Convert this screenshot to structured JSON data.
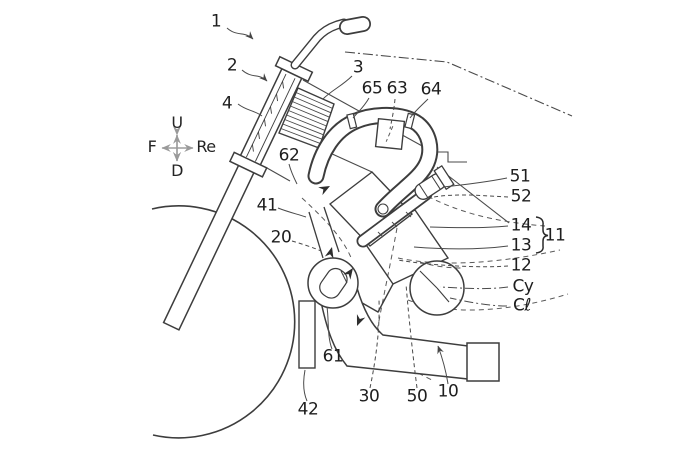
{
  "figure": {
    "kind": "patent line drawing",
    "subject": "motorcycle front-section with steering head, intake duct and engine",
    "colors": {
      "background": "#ffffff",
      "line": "#3d3d3d",
      "muted_arrow": "#9a9a9a",
      "label_text": "#1e1e1e"
    }
  },
  "compass": {
    "up": "U",
    "down": "D",
    "front": "F",
    "rear": "Re"
  },
  "labels": {
    "n1": {
      "text": "1"
    },
    "n2": {
      "text": "2"
    },
    "n3": {
      "text": "3"
    },
    "n4": {
      "text": "4"
    },
    "n10": {
      "text": "10"
    },
    "n11": {
      "text": "11"
    },
    "n12": {
      "text": "12"
    },
    "n13": {
      "text": "13"
    },
    "n14": {
      "text": "14"
    },
    "n20": {
      "text": "20"
    },
    "n30": {
      "text": "30"
    },
    "n41": {
      "text": "41"
    },
    "n42": {
      "text": "42"
    },
    "n50": {
      "text": "50"
    },
    "n51": {
      "text": "51"
    },
    "n52": {
      "text": "52"
    },
    "n61": {
      "text": "61"
    },
    "n62": {
      "text": "62"
    },
    "n63": {
      "text": "63"
    },
    "n64": {
      "text": "64"
    },
    "n65": {
      "text": "65"
    },
    "cy": {
      "text": "Cy"
    },
    "cl": {
      "text": "Cℓ"
    }
  }
}
